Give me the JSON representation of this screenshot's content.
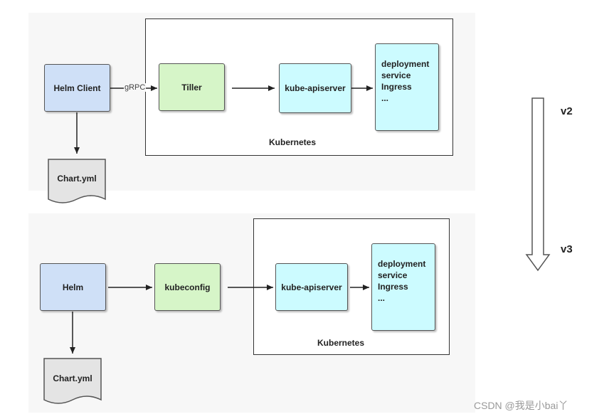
{
  "v2": {
    "helm_client": "Helm Client",
    "protocol": "gRPC",
    "tiller": "Tiller",
    "apiserver": "kube-apiserver",
    "resources": [
      "deployment",
      "service",
      "Ingress",
      "..."
    ],
    "cluster": "Kubernetes",
    "chart": "Chart.yml"
  },
  "v3": {
    "helm": "Helm",
    "kubeconfig": "kubeconfig",
    "apiserver": "kube-apiserver",
    "resources": [
      "deployment",
      "service",
      "Ingress",
      "..."
    ],
    "cluster": "Kubernetes",
    "chart": "Chart.yml"
  },
  "version_arrow": {
    "from": "v2",
    "to": "v3"
  },
  "watermark": "CSDN @我是小bai丫",
  "colors": {
    "client_fill": "#cfe0f7",
    "tiller_fill": "#d6f5c8",
    "apiserver_fill": "#ccfbff"
  }
}
